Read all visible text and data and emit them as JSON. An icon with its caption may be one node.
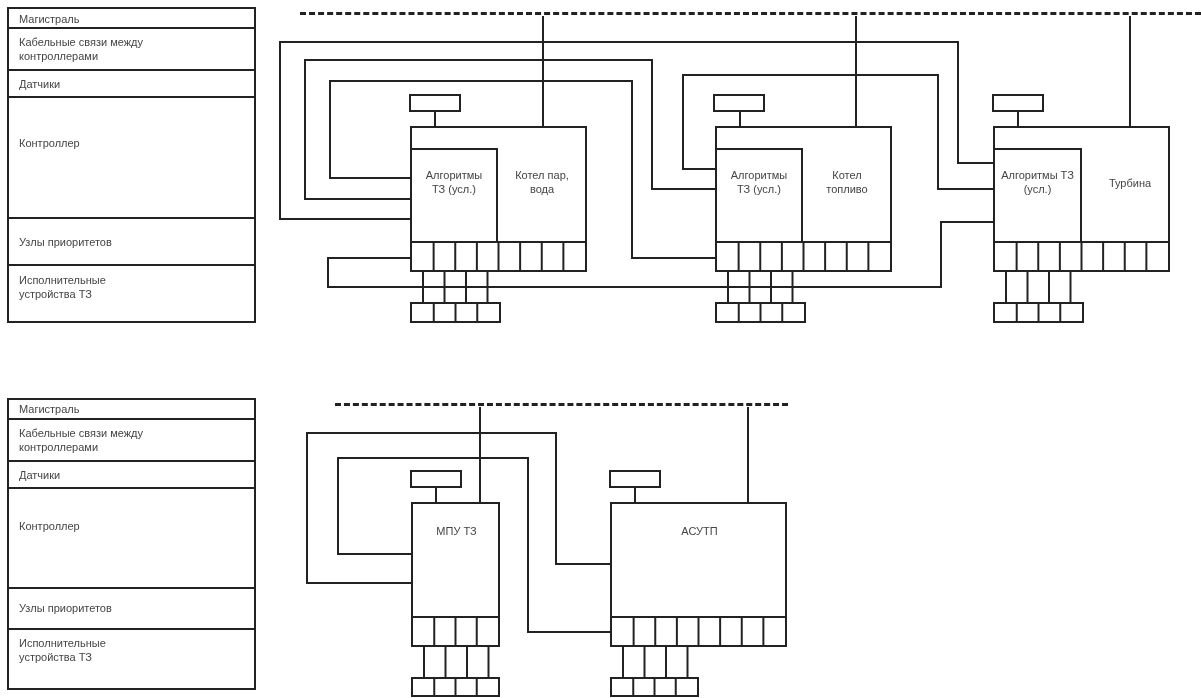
{
  "diagram": {
    "nodes": [
      {
        "text": [
          "Магистраль"
        ]
      },
      {
        "text": [
          "Кабельные связи между контроллерами"
        ]
      },
      {
        "text": [
          "Датчики"
        ]
      },
      {
        "text": [
          "Контроллер"
        ]
      },
      {
        "text": [
          "Узлы приоритетов"
        ]
      },
      {
        "text": [
          "Исполнительные устройства ТЗ"
        ]
      },
      {
        "text": [],
        "shape": "line"
      },
      {
        "text": [],
        "shape": "box"
      },
      {
        "text": [
          "Котел пар, вода"
        ]
      },
      {
        "text": [
          "Алгоритмы ТЗ (усл.)"
        ],
        "in": 8
      },
      {
        "text": [],
        "shape": "box",
        "in": 8
      },
      {
        "text": [],
        "shape": "box"
      },
      {
        "text": [],
        "shape": "box"
      },
      {
        "text": [
          "Котел топливо"
        ]
      },
      {
        "text": [
          "Алгоритмы ТЗ (усл.)"
        ],
        "in": 13
      },
      {
        "text": [],
        "shape": "box",
        "in": 13
      },
      {
        "text": [],
        "shape": "box"
      },
      {
        "text": [],
        "shape": "box"
      },
      {
        "text": [
          "Турбина"
        ]
      },
      {
        "text": [
          "Алгоритмы ТЗ (усл.)"
        ],
        "in": 18
      },
      {
        "text": [],
        "shape": "box",
        "in": 18
      },
      {
        "text": [],
        "shape": "box"
      },
      {
        "text": [
          "Магистраль"
        ]
      },
      {
        "text": [
          "Кабельные связи между контроллерами"
        ]
      },
      {
        "text": [
          "Датчики"
        ]
      },
      {
        "text": [
          "Контроллер"
        ]
      },
      {
        "text": [
          "Узлы приоритетов"
        ]
      },
      {
        "text": [
          "Исполнительные устройства ТЗ"
        ]
      },
      {
        "text": [],
        "shape": "line"
      },
      {
        "text": [],
        "shape": "box"
      },
      {
        "text": [
          "МПУ ТЗ"
        ]
      },
      {
        "text": [],
        "shape": "box",
        "in": 30
      },
      {
        "text": [],
        "shape": "box"
      },
      {
        "text": [],
        "shape": "box"
      },
      {
        "text": [
          "АСУТП"
        ]
      },
      {
        "text": [],
        "shape": "box",
        "in": 34
      },
      {
        "text": [],
        "shape": "box"
      }
    ],
    "edges": [
      {
        "from": 6,
        "to": 8,
        "arrow": "none"
      },
      {
        "from": 6,
        "to": 13,
        "arrow": "none"
      },
      {
        "from": 6,
        "to": 18,
        "arrow": "none"
      },
      {
        "from": 28,
        "to": 30,
        "arrow": "none"
      },
      {
        "from": 28,
        "to": 34,
        "arrow": "none"
      },
      {
        "from": 7,
        "to": 8,
        "arrow": "none"
      },
      {
        "from": 12,
        "to": 13,
        "arrow": "none"
      },
      {
        "from": 17,
        "to": 18,
        "arrow": "none"
      },
      {
        "from": 29,
        "to": 30,
        "arrow": "none"
      },
      {
        "from": 33,
        "to": 34,
        "arrow": "none"
      },
      {
        "from": 10,
        "to": 11,
        "arrow": "none"
      },
      {
        "from": 10,
        "to": 11,
        "arrow": "none"
      },
      {
        "from": 10,
        "to": 11,
        "arrow": "none"
      },
      {
        "from": 10,
        "to": 11,
        "arrow": "none"
      },
      {
        "from": 15,
        "to": 16,
        "arrow": "none"
      },
      {
        "from": 15,
        "to": 16,
        "arrow": "none"
      },
      {
        "from": 15,
        "to": 16,
        "arrow": "none"
      },
      {
        "from": 15,
        "to": 16,
        "arrow": "none"
      },
      {
        "from": 20,
        "to": 21,
        "arrow": "none"
      },
      {
        "from": 20,
        "to": 21,
        "arrow": "none"
      },
      {
        "from": 20,
        "to": 21,
        "arrow": "none"
      },
      {
        "from": 20,
        "to": 21,
        "arrow": "none"
      },
      {
        "from": 31,
        "to": 32,
        "arrow": "none"
      },
      {
        "from": 31,
        "to": 32,
        "arrow": "none"
      },
      {
        "from": 31,
        "to": 32,
        "arrow": "none"
      },
      {
        "from": 31,
        "to": 32,
        "arrow": "none"
      },
      {
        "from": 35,
        "to": 36,
        "arrow": "none"
      },
      {
        "from": 35,
        "to": 36,
        "arrow": "none"
      },
      {
        "from": 35,
        "to": 36,
        "arrow": "none"
      },
      {
        "from": 35,
        "to": 36,
        "arrow": "none"
      },
      {
        "from": 9,
        "to": 19,
        "arrow": "none"
      },
      {
        "from": 9,
        "to": 14,
        "arrow": "none"
      },
      {
        "from": 9,
        "to": 15,
        "arrow": "none"
      },
      {
        "from": 14,
        "to": 19,
        "arrow": "none"
      },
      {
        "from": 19,
        "to": 10,
        "arrow": "none"
      },
      {
        "from": 30,
        "to": 34,
        "arrow": "none"
      },
      {
        "from": 30,
        "to": 35,
        "arrow": "none"
      }
    ]
  }
}
